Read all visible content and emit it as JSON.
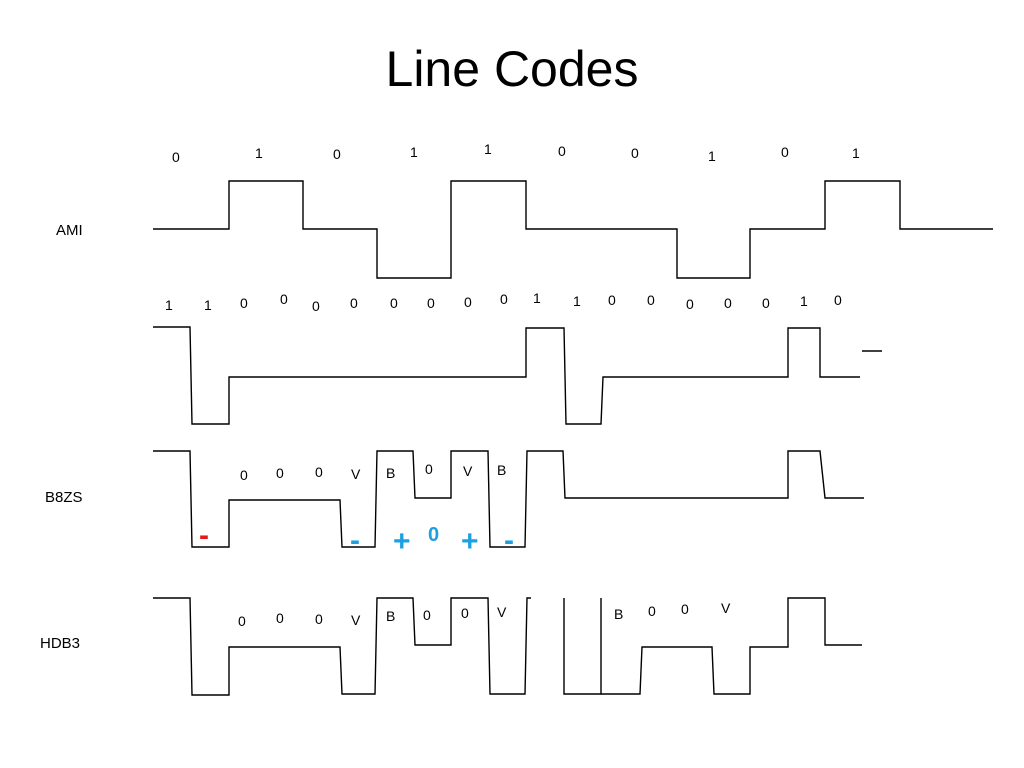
{
  "title": "Line Codes",
  "ami": {
    "label": "AMI",
    "bits": [
      "0",
      "1",
      "0",
      "1",
      "1",
      "0",
      "0",
      "1",
      "0",
      "1"
    ]
  },
  "bits_row_2": [
    "1",
    "1",
    "0",
    "0",
    "0",
    "0",
    "0",
    "0",
    "0",
    "0",
    "1",
    "1",
    "0",
    "0",
    "0",
    "0",
    "0",
    "1",
    "0"
  ],
  "b8zs": {
    "label": "B8ZS",
    "letters": [
      "0",
      "0",
      "0",
      "V",
      "B",
      "0",
      "V",
      "B"
    ],
    "polarity_marks": [
      {
        "text": "-",
        "color": "#e41b17"
      },
      {
        "text": "-",
        "color": "#1ba1e2"
      },
      {
        "text": "+",
        "color": "#1ba1e2"
      },
      {
        "text": "0",
        "color": "#1ba1e2"
      },
      {
        "text": "+",
        "color": "#1ba1e2"
      },
      {
        "text": "-",
        "color": "#1ba1e2"
      }
    ]
  },
  "hdb3": {
    "label": "HDB3",
    "letters": [
      "0",
      "0",
      "0",
      "V",
      "B",
      "0",
      "0",
      "V",
      "B",
      "0",
      "0",
      "V"
    ]
  }
}
